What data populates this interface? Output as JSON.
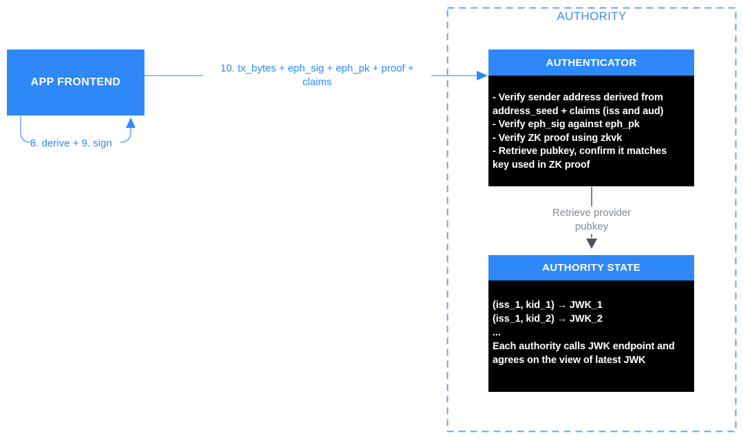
{
  "diagram": {
    "container": {
      "title": "AUTHORITY"
    },
    "nodes": {
      "app_frontend": {
        "label": "APP FRONTEND"
      },
      "authenticator": {
        "title": "AUTHENTICATOR",
        "body": "- Verify sender address derived from\naddress_seed + claims (iss and aud)\n- Verify eph_sig against eph_pk\n- Verify ZK proof using zkvk\n- Retrieve pubkey, confirm it matches\nkey used in ZK proof"
      },
      "authority_state": {
        "title": "AUTHORITY STATE",
        "body": "(iss_1, kid_1) → JWK_1\n(iss_1, kid_2) → JWK_2\n...\nEach authority calls JWK endpoint and\nagrees on the view of latest JWK"
      }
    },
    "edges": {
      "frontend_to_authenticator": {
        "label": "10. tx_bytes + eph_sig + eph_pk + proof +\nclaims"
      },
      "self_loop": {
        "label": "8. derive + 9. sign"
      },
      "authenticator_to_state": {
        "label": "Retrieve provider\npubkey"
      }
    },
    "colors": {
      "node_blue": "#2F88F8",
      "edge_line_light_blue": "#94C1F3",
      "dashed_border_blue": "#5EA4F8",
      "label_blue": "#2F88F8",
      "gray_label_text": "#828A96",
      "gray_arrow_stem": "#7A818B",
      "gray_arrow_head": "#4A515C",
      "black_box": "#000000"
    }
  }
}
